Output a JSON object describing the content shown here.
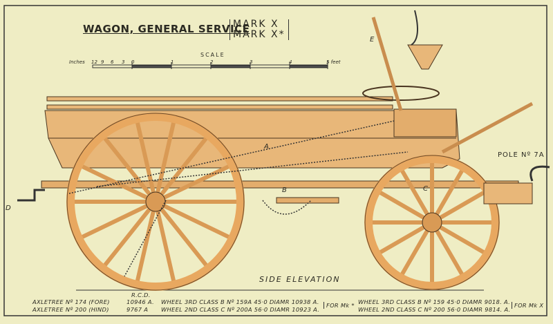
{
  "title": "WAGON, GENERAL SERVICE",
  "marks": [
    "MARK X",
    "MARK X*"
  ],
  "scale": {
    "title": "SCALE",
    "unit_left": "Inches",
    "inch_ticks": [
      "12",
      "9",
      "6",
      "3",
      "0"
    ],
    "foot_ticks": [
      "1",
      "2",
      "3",
      "4"
    ],
    "unit_right": "5 feet"
  },
  "part_labels": {
    "a": "A",
    "b": "B",
    "c": "C",
    "d": "D",
    "e": "E"
  },
  "pole_label": "POLE Nº 7A",
  "view_label": "SIDE ELEVATION",
  "rcd_header": "R.C.D.",
  "axletrees": [
    {
      "name": "AXLETREE Nº 174 (FORE)",
      "rcd": "10946 A."
    },
    {
      "name": "AXLETREE Nº 200 (HIND)",
      "rcd": "9767 A"
    }
  ],
  "wheels_mark_x_star": {
    "rows": [
      "WHEEL 3RD CLASS B Nº 159A 45·0 DIAMR 10938 A.",
      "WHEEL 2ND CLASS C Nº 200A 56·0 DIAMR 10923 A."
    ],
    "label": "FOR Mk *"
  },
  "wheels_mark_x": {
    "rows": [
      "WHEEL 3RD CLASS B Nº 159 45·0 DIAMR 9018. A.",
      "WHEEL 2ND CLASS C Nº 200 56·0 DIAMR 9814. A."
    ],
    "label": "FOR Mk X"
  },
  "colors": {
    "paper": "#efedc4",
    "wood": "#e8b779",
    "wood_dark": "#d99a55",
    "ink": "#2b2a22"
  }
}
